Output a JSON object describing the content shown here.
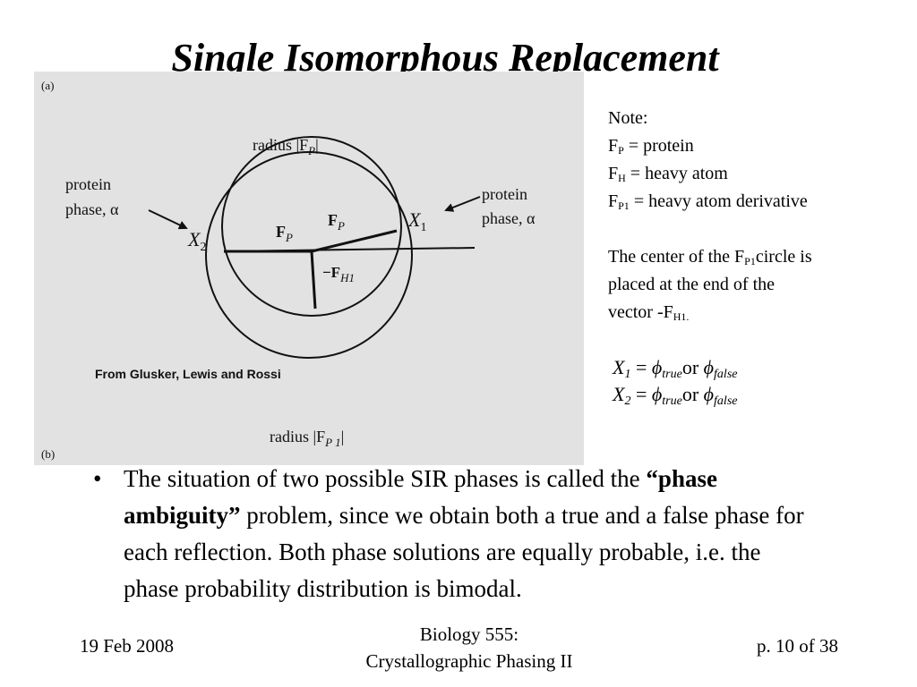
{
  "slide": {
    "title": "Single Isomorphous Replacement"
  },
  "figure": {
    "panel_a": "(a)",
    "panel_b": "(b)",
    "radius_fp_label": "radius |F",
    "radius_fp_sub": "P",
    "radius_fp_close": "|",
    "radius_fp1_label": "radius |F",
    "radius_fp1_sub": "P 1",
    "radius_fp1_close": "|",
    "protein_phase_left_1": "protein",
    "protein_phase_left_2": "phase, α",
    "protein_phase_right_1": "protein",
    "protein_phase_right_2": "phase, α",
    "x2_label": "X",
    "x2_sub": "2",
    "x1_label": "X",
    "x1_sub": "1",
    "fp_left": "F",
    "fp_left_sub": "P",
    "fp_right": "F",
    "fp_right_sub": "P",
    "fh1": "−F",
    "fh1_sub": "H1",
    "credit": "From Glusker, Lewis and Rossi"
  },
  "note": {
    "heading": "Note:",
    "line1_main": "F",
    "line1_sub": "P",
    "line1_rest": " = protein",
    "line2_main": "F",
    "line2_sub": "H",
    "line2_rest": " = heavy atom",
    "line3_main": "F",
    "line3_sub": "P1",
    "line3_rest": " = heavy atom derivative",
    "center_1": "The center of the F",
    "center_sub1": "P1",
    "center_2": "circle is",
    "center_3": "placed at the end of the",
    "center_4": "vector -F",
    "center_sub2": "H1."
  },
  "equations": {
    "row1_var": "X",
    "row1_sub": "1",
    "row2_var": "X",
    "row2_sub": "2",
    "equals": " = ",
    "phi": "ϕ",
    "true_sub": "true",
    "or": "or ",
    "false_sub": "false"
  },
  "bullet": {
    "marker": "•",
    "part1": "The situation of two possible SIR phases is called the ",
    "bold": "“phase ambiguity”",
    "part2": " problem, since we obtain both a true and a false phase for each reflection.  Both phase solutions are equally probable, i.e. the phase probability distribution is bimodal."
  },
  "footer": {
    "date": "19 Feb 2008",
    "course_line1": "Biology 555:",
    "course_line2": "Crystallographic Phasing II",
    "page": "p. 10 of 38"
  }
}
